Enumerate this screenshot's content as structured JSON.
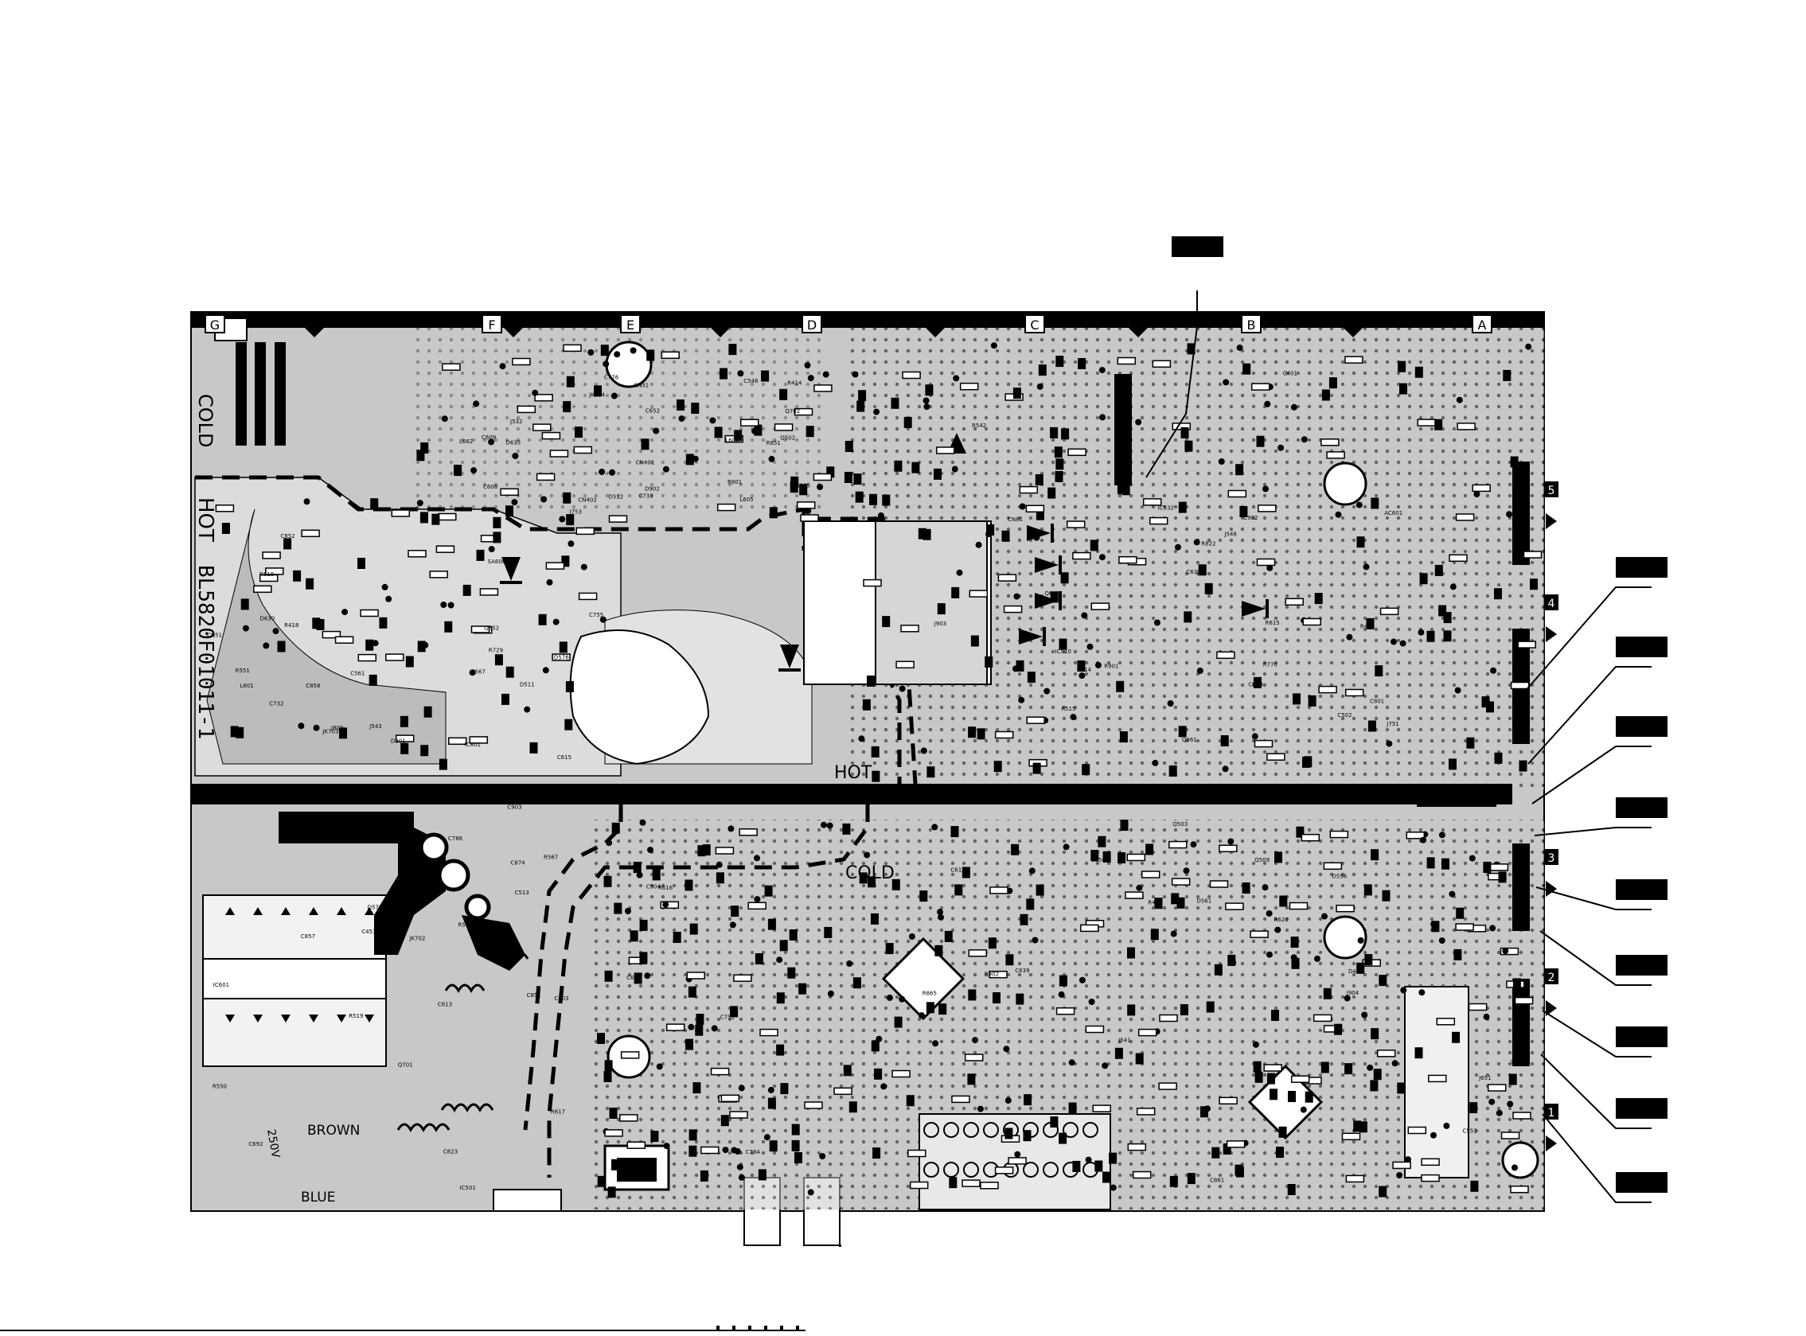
{
  "board": {
    "column_markers": [
      "G",
      "F",
      "E",
      "D",
      "C",
      "B",
      "A"
    ],
    "connector_numbers": [
      "5",
      "4",
      "3",
      "2",
      "1"
    ],
    "labels": {
      "cold_left": "COLD",
      "hot_left": "HOT",
      "board_number": "BL5820F01011-1",
      "hot_center": "HOT",
      "cold_center": "COLD",
      "brown": "BROWN",
      "blue": "BLUE",
      "warning_tail": "250V"
    },
    "small_labels": [
      "C615",
      "C609",
      "R615",
      "R616",
      "R617",
      "R618",
      "C608",
      "Q601",
      "R620",
      "C658",
      "SA600",
      "L605",
      "C614",
      "C612",
      "C613",
      "L601",
      "L602",
      "R822",
      "C691",
      "C692",
      "J753",
      "CN31",
      "AC601",
      "T601",
      "C603",
      "D630",
      "D635",
      "C635",
      "C639",
      "R567",
      "C567",
      "L662",
      "IC510",
      "D561",
      "D571",
      "D576",
      "Q502",
      "C502",
      "D556",
      "IC501",
      "C561",
      "CN401",
      "R515",
      "Q503",
      "R519",
      "R418",
      "R414",
      "C401",
      "R402",
      "Q701",
      "R729",
      "Q702",
      "R480",
      "D451",
      "C451",
      "CN51",
      "CN402",
      "IC532",
      "J541",
      "J542",
      "J543",
      "C546",
      "R542",
      "C556",
      "R550",
      "R551",
      "J532",
      "J548",
      "Q509",
      "C513",
      "D511",
      "D512",
      "CN54",
      "C551",
      "R552",
      "C755",
      "C776",
      "R770",
      "C751",
      "C786",
      "Q652",
      "C652",
      "J751",
      "C784",
      "JK702",
      "JK703",
      "JK704",
      "R901",
      "R902",
      "C903",
      "D901",
      "D902",
      "C902",
      "C904",
      "IC601",
      "C732",
      "C733",
      "J903",
      "J904",
      "C857",
      "C858",
      "R865",
      "Q861",
      "C861",
      "C874",
      "IC801",
      "R801",
      "C801",
      "J651",
      "C851",
      "C852",
      "R851",
      "CN81",
      "R865",
      "C823",
      "J809"
    ]
  },
  "callouts": {
    "label_boxes": [
      "",
      "",
      "",
      "",
      "",
      "",
      "",
      "",
      "",
      "",
      ""
    ]
  },
  "colors": {
    "ink": "#000000",
    "board_fill": "#c8c8c8",
    "paper": "#ffffff"
  }
}
